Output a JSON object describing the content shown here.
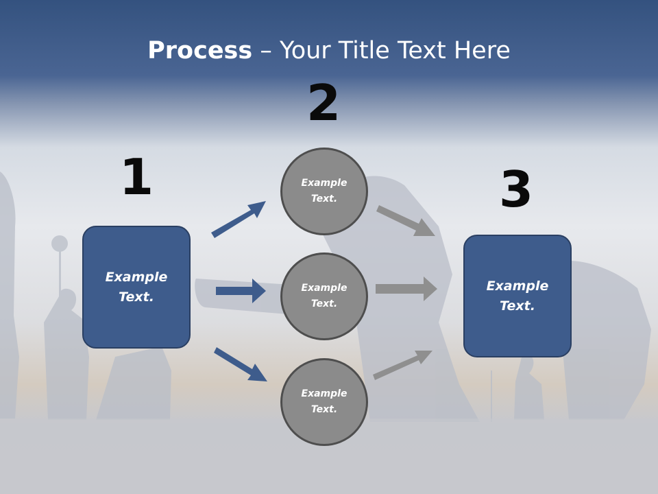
{
  "title": {
    "bold": "Process",
    "rest": " – Your Title Text Here"
  },
  "steps": [
    {
      "number": "1",
      "text": "Example Text."
    },
    {
      "number": "2",
      "text": "Example Text."
    },
    {
      "number": "3",
      "text": "Example Text."
    }
  ],
  "middle": [
    {
      "text": "Example Text."
    },
    {
      "text": "Example Text."
    },
    {
      "text": "Example Text."
    }
  ],
  "colors": {
    "box": "#3e5c8c",
    "circle": "#8b8b8b",
    "arrow_blue": "#3e5c8c",
    "arrow_gray": "#8f8f8f"
  }
}
